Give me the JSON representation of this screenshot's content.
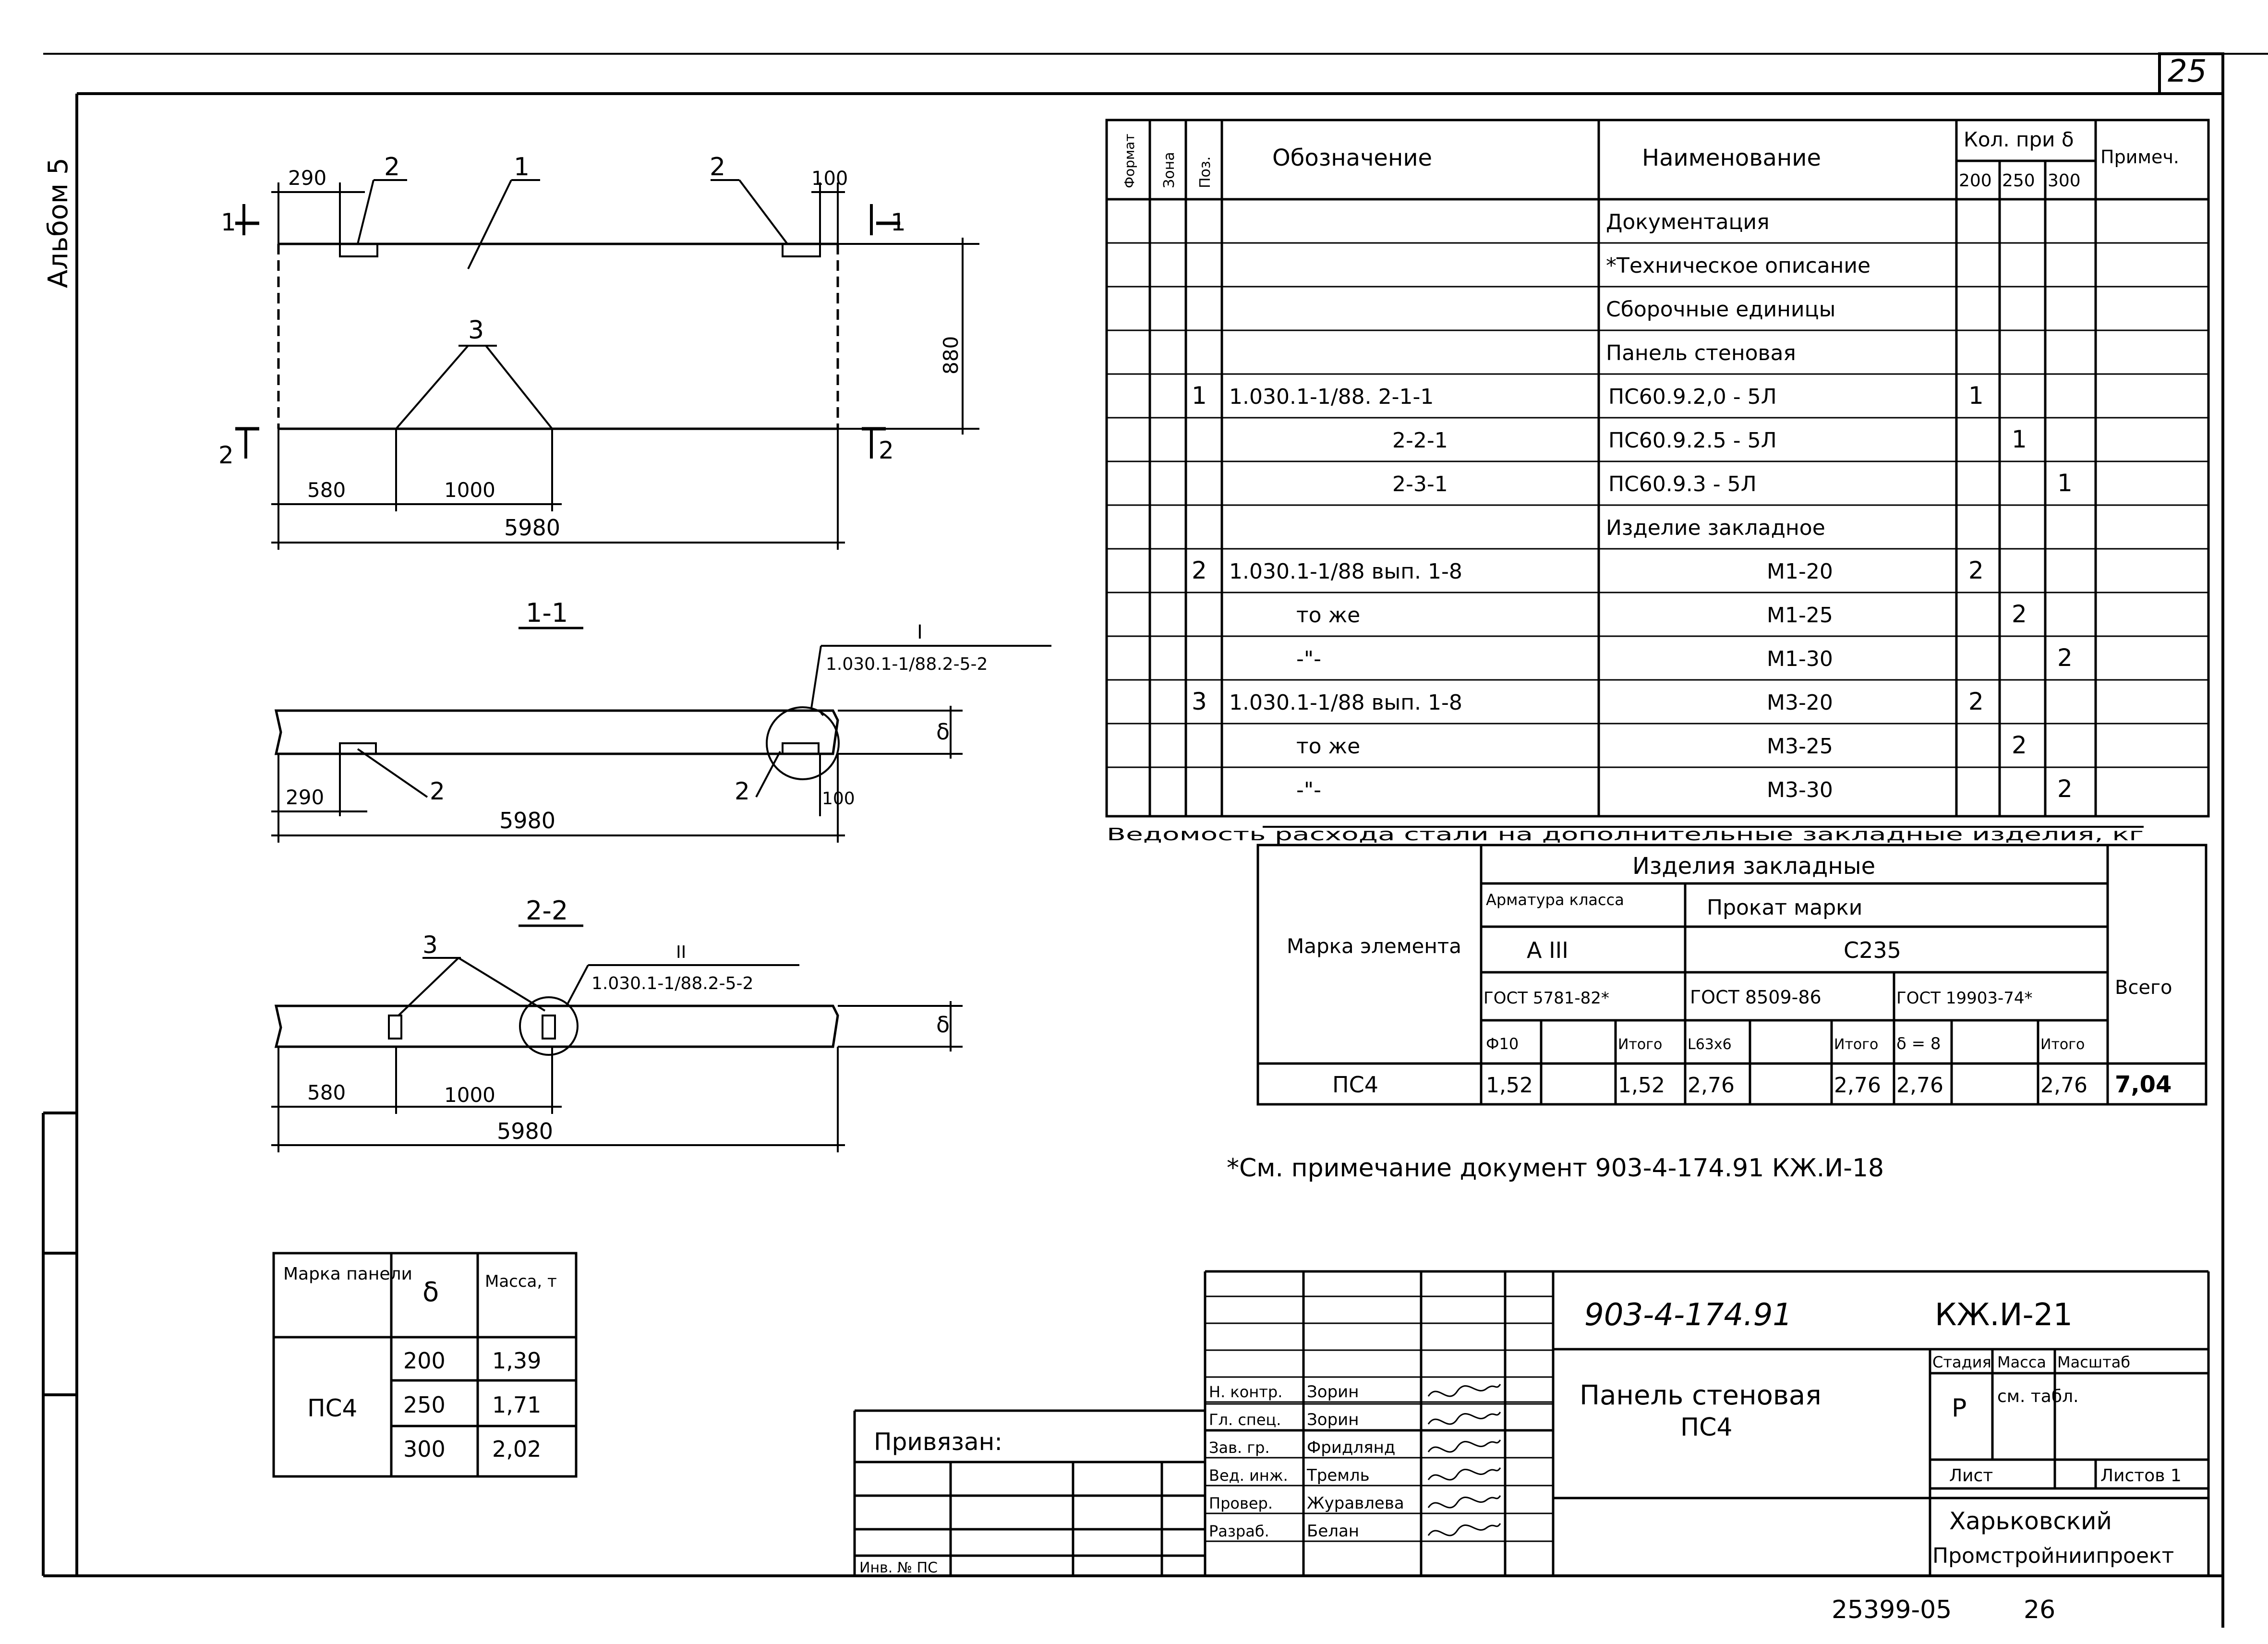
{
  "page_number": "25",
  "album_label": "Альбом 5",
  "bottom": {
    "code": "25399-05",
    "sheet": "26"
  },
  "drawing": {
    "item_1": "1",
    "item_2": "2",
    "item_3": "3",
    "dim_290": "290",
    "dim_100": "100",
    "dim_880": "880",
    "dim_580": "580",
    "dim_1000": "1000",
    "dim_5980": "5980",
    "cut_1": "1",
    "cut_2": "2",
    "section_1": "1-1",
    "section_2": "2-2",
    "node_ref": "1.030.1-1/88.2-5-2",
    "node_I": "I",
    "node_II": "II",
    "thickness": "δ"
  },
  "spec": {
    "headers": {
      "format": "Формат",
      "zone": "Зона",
      "pos": "Поз.",
      "designation": "Обозначение",
      "name": "Наименование",
      "qty": "Кол. при δ",
      "q200": "200",
      "q250": "250",
      "q300": "300",
      "note": "Примеч."
    },
    "rows": [
      {
        "pos": "",
        "desig": "",
        "name": "Документация",
        "q200": "",
        "q250": "",
        "q300": ""
      },
      {
        "pos": "",
        "desig": "",
        "name": "*Техническое описание",
        "q200": "",
        "q250": "",
        "q300": ""
      },
      {
        "pos": "",
        "desig": "",
        "name": "Сборочные единицы",
        "q200": "",
        "q250": "",
        "q300": ""
      },
      {
        "pos": "",
        "desig": "",
        "name": "Панель стеновая",
        "q200": "",
        "q250": "",
        "q300": ""
      },
      {
        "pos": "1",
        "desig": "1.030.1-1/88. 2-1-1",
        "name": "ПС60.9.2,0 - 5Л",
        "q200": "1",
        "q250": "",
        "q300": ""
      },
      {
        "pos": "",
        "desig": "2-2-1",
        "name": "ПС60.9.2.5 - 5Л",
        "q200": "",
        "q250": "1",
        "q300": ""
      },
      {
        "pos": "",
        "desig": "2-3-1",
        "name": "ПС60.9.3 - 5Л",
        "q200": "",
        "q250": "",
        "q300": "1"
      },
      {
        "pos": "",
        "desig": "",
        "name": "Изделие закладное",
        "q200": "",
        "q250": "",
        "q300": ""
      },
      {
        "pos": "2",
        "desig": "1.030.1-1/88 вып. 1-8",
        "name": "М1-20",
        "q200": "2",
        "q250": "",
        "q300": ""
      },
      {
        "pos": "",
        "desig": "то же",
        "name": "М1-25",
        "q200": "",
        "q250": "2",
        "q300": ""
      },
      {
        "pos": "",
        "desig": "-\"-",
        "name": "М1-30",
        "q200": "",
        "q250": "",
        "q300": "2"
      },
      {
        "pos": "3",
        "desig": "1.030.1-1/88 вып. 1-8",
        "name": "М3-20",
        "q200": "2",
        "q250": "",
        "q300": ""
      },
      {
        "pos": "",
        "desig": "то же",
        "name": "М3-25",
        "q200": "",
        "q250": "2",
        "q300": ""
      },
      {
        "pos": "",
        "desig": "-\"-",
        "name": "М3-30",
        "q200": "",
        "q250": "",
        "q300": "2"
      }
    ]
  },
  "steel": {
    "caption": "Ведомость расхода стали на дополнительные закладные изделия, кг",
    "group": "Изделия закладные",
    "rebar": "Арматура класса",
    "rolled": "Прокат марки",
    "mark_header": "Марка элемента",
    "class_value": "А III",
    "steel_grade": "С235",
    "gost1": "ГОСТ 5781-82*",
    "gost2": "ГОСТ 8509-86",
    "gost3": "ГОСТ 19903-74*",
    "total_header": "Всего",
    "sub": {
      "phi10": "Ф10",
      "itogo1": "Итого",
      "angle": "L63x6",
      "itogo2": "Итого",
      "plate": "δ = 8",
      "itogo3": "Итого"
    },
    "row": {
      "mark": "ПС4",
      "phi10": "1,52",
      "itogo1": "1,52",
      "angle": "2,76",
      "itogo2": "2,76",
      "plate": "2,76",
      "itogo3": "2,76",
      "total": "7,04"
    }
  },
  "note": "*См. примечание документ 903-4-174.91 КЖ.И-18",
  "mass": {
    "headers": {
      "mark": "Марка панели",
      "b": "δ",
      "mass": "Масса, т"
    },
    "mark": "ПС4",
    "rows": [
      {
        "b": "200",
        "mass": "1,39"
      },
      {
        "b": "250",
        "mass": "1,71"
      },
      {
        "b": "300",
        "mass": "2,02"
      }
    ]
  },
  "stamp": {
    "bound": "Привязан:",
    "inv": "Инв. № ПС",
    "doc_code": "903-4-174.91",
    "sheet_code": "КЖ.И-21",
    "title": "Панель стеновая",
    "title_mark": "ПС4",
    "stage_h": "Стадия",
    "mass_h": "Масса",
    "scale_h": "Масштаб",
    "stage": "Р",
    "mass_v": "см. табл.",
    "list_h": "Лист",
    "lists_h": "Листов 1",
    "org1": "Харьковский",
    "org2": "Промстройниипроект",
    "people": [
      {
        "role": "Н. контр.",
        "name": "Зорин"
      },
      {
        "role": "Гл. спец.",
        "name": "Зорин"
      },
      {
        "role": "Зав. гр.",
        "name": "Фридлянд"
      },
      {
        "role": "Вед. инж.",
        "name": "Тремль"
      },
      {
        "role": "Провер.",
        "name": "Журавлева"
      },
      {
        "role": "Разраб.",
        "name": "Белан"
      }
    ]
  }
}
